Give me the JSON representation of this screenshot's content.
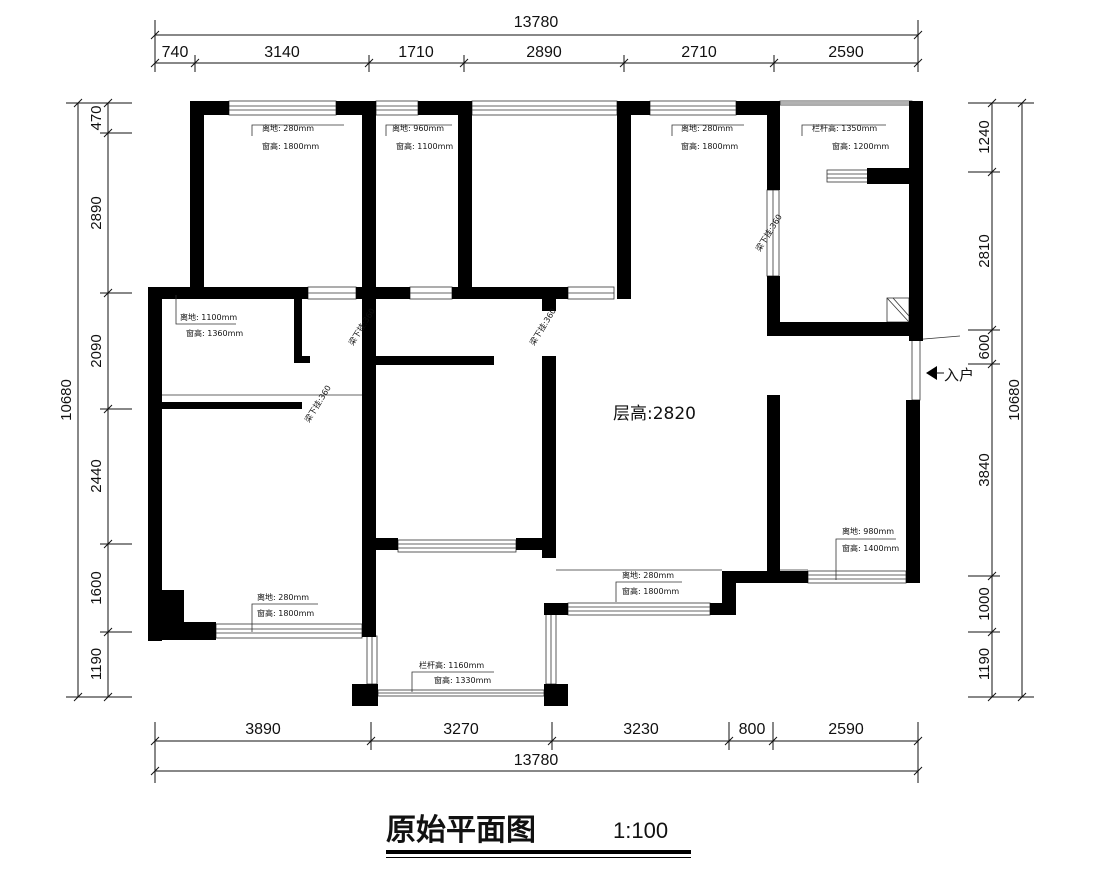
{
  "title": "原始平面图",
  "scale": "1:100",
  "floor_height": "层高:2820",
  "entrance": "入户",
  "dims": {
    "top_total": "13780",
    "top": [
      "740",
      "3140",
      "1710",
      "2890",
      "2710",
      "2590"
    ],
    "bottom_total": "13780",
    "bottom": [
      "3890",
      "3270",
      "3230",
      "800",
      "2590"
    ],
    "left_total": "10680",
    "left": [
      "470",
      "2890",
      "2090",
      "2440",
      "1600",
      "1190"
    ],
    "right_total": "10680",
    "right": [
      "1240",
      "2810",
      "600",
      "3840",
      "1000",
      "1190"
    ]
  },
  "notes": {
    "n1a": "离地: 280mm",
    "n1b": "窗高: 1800mm",
    "n2a": "离地: 960mm",
    "n2b": "窗高: 1100mm",
    "n3a": "离地: 280mm",
    "n3b": "窗高: 1800mm",
    "n4a": "栏杆高: 1350mm",
    "n4b": "窗高: 1200mm",
    "n5a": "离地: 1100mm",
    "n5b": "窗高: 1360mm",
    "n6a": "离地: 980mm",
    "n6b": "窗高: 1400mm",
    "n7a": "离地: 280mm",
    "n7b": "窗高: 1800mm",
    "n8a": "离地: 280mm",
    "n8b": "窗高: 1800mm",
    "n9a": "栏杆高: 1160mm",
    "n9b": "窗高: 1330mm"
  },
  "beams": [
    "梁下挂:360",
    "梁下挂:360",
    "梁下挂:360",
    "梁下挂:360"
  ]
}
